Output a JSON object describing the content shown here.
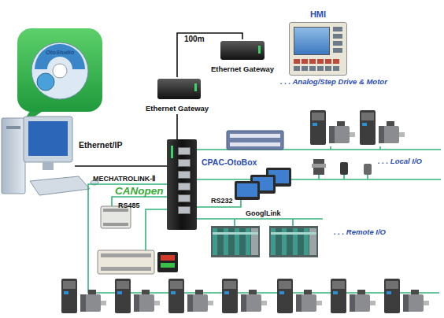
{
  "diagram": {
    "nodes": [
      {
        "text": [
          "HMI"
        ]
      },
      {
        "text": [
          "Ethernet Gateway"
        ]
      },
      {
        "text": [
          "Ethernet Gateway"
        ]
      },
      {
        "text": [
          "CPAC-OtoBox"
        ]
      }
    ],
    "edges": [
      {
        "from": 2,
        "to": 1,
        "arrow": "none",
        "label": "100m"
      },
      {
        "from": 2,
        "to": 3,
        "arrow": "none"
      }
    ],
    "labels": [
      "OtoStudio",
      ". . . Analog/Step Drive & Motor",
      "Ethernet/IP",
      ". . . Local I/O",
      "MECHATROLINK-Ⅱ",
      "CANopen",
      "RS485",
      "RS232",
      "GooglLink",
      ". . . Remote I/O"
    ]
  }
}
